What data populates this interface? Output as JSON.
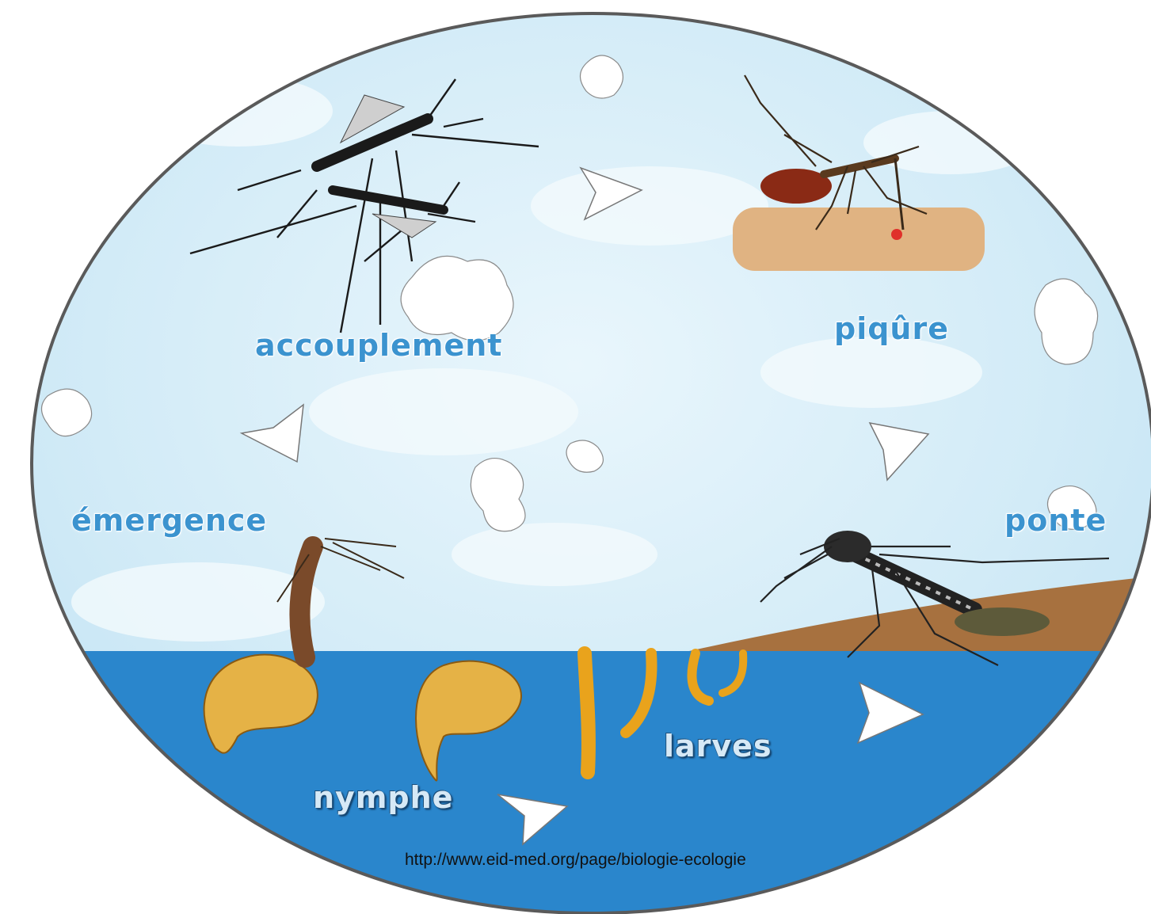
{
  "stages": {
    "accouplement": "accouplement",
    "piqure": "piqûre",
    "ponte": "ponte",
    "larves": "larves",
    "nymphe": "nymphe",
    "emergence": "émergence"
  },
  "source_url": "http://www.eid-med.org/page/biologie-ecologie",
  "colors": {
    "sky": "#d4ecf7",
    "water": "#2a86cc",
    "mud": "#a7713f",
    "skin": "#e0b382",
    "outline": "#5a5a5a",
    "sky_label": "#3b93cf"
  },
  "icons": [
    "mating-mosquitoes-icon",
    "biting-mosquito-icon",
    "egg-laying-mosquito-icon",
    "larvae-icon",
    "pupa-icon",
    "emerging-mosquito-icon",
    "cycle-arrow-icon"
  ]
}
